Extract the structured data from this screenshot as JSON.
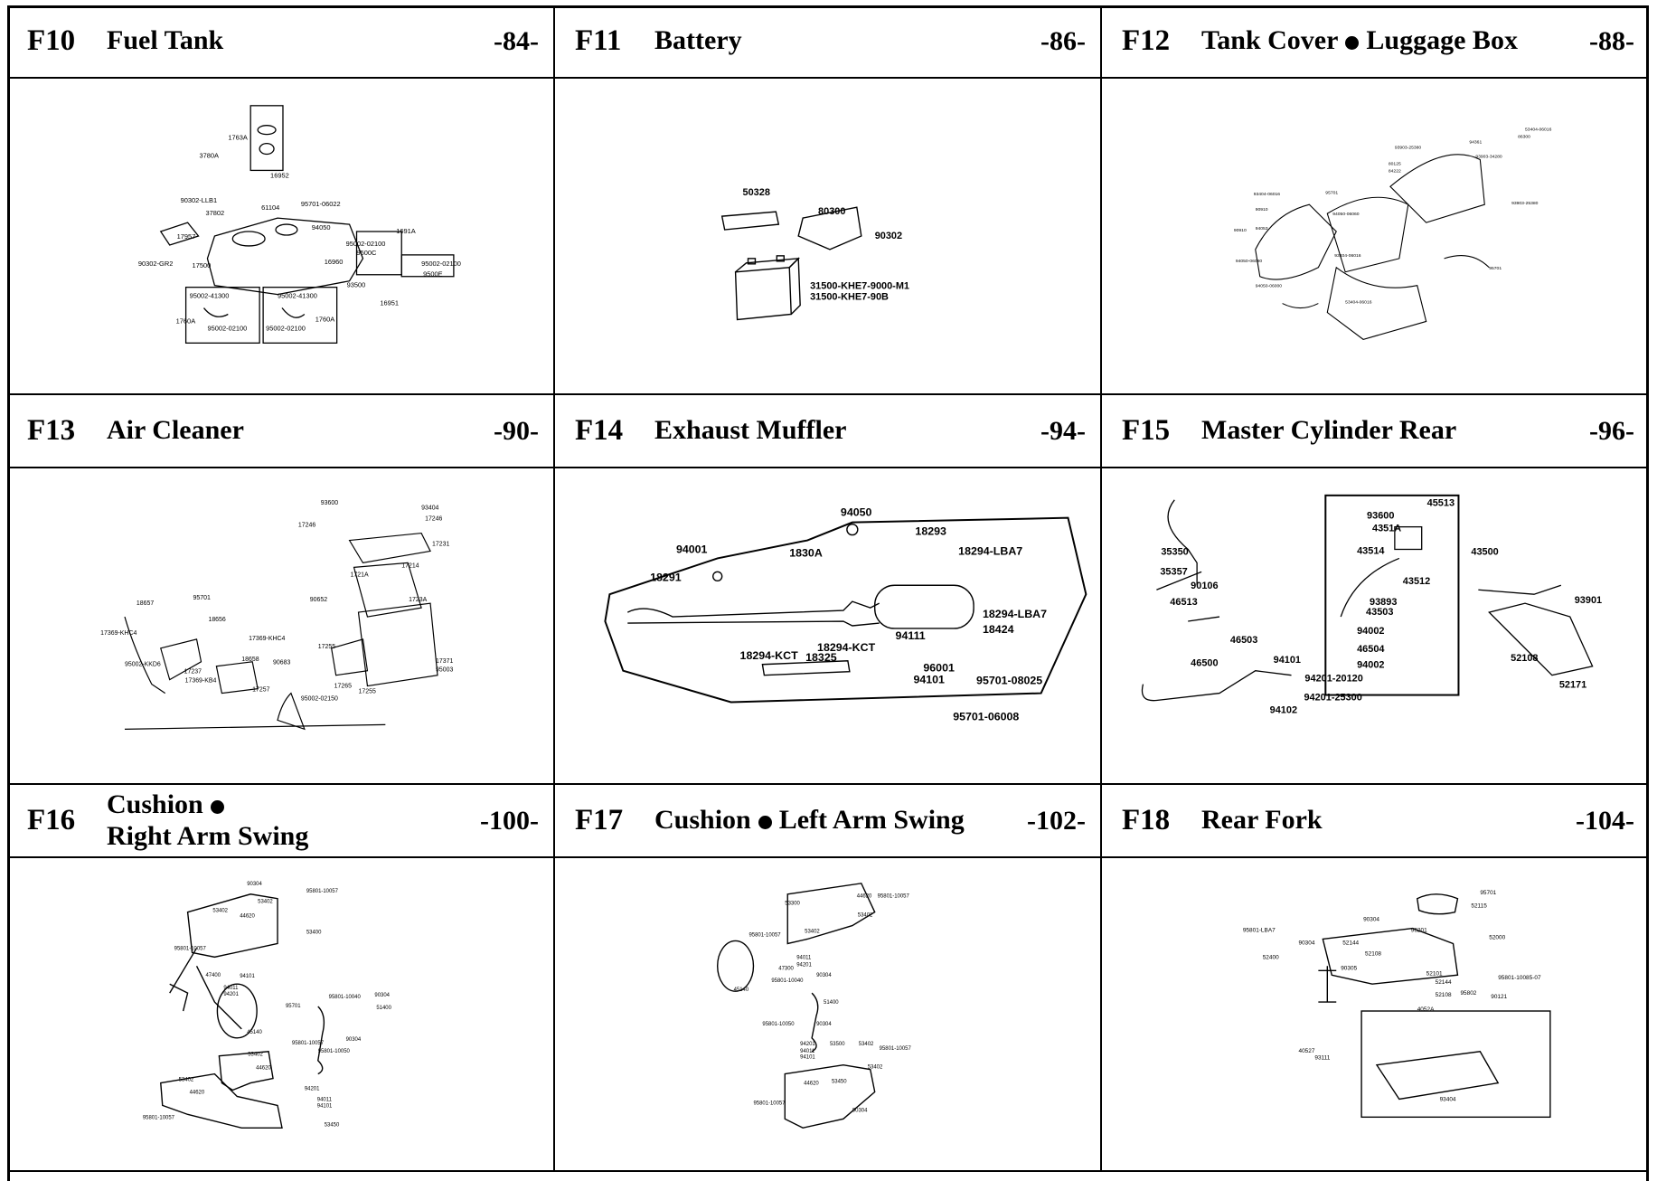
{
  "sections": [
    {
      "code": "F10",
      "title": "Fuel Tank",
      "page": "-84-"
    },
    {
      "code": "F11",
      "title": "Battery",
      "page": "-86-"
    },
    {
      "code": "F12",
      "title_a": "Tank Cover",
      "title_b": "Luggage Box",
      "page": "-88-"
    },
    {
      "code": "F13",
      "title": "Air Cleaner",
      "page": "-90-"
    },
    {
      "code": "F14",
      "title": "Exhaust Muffler",
      "page": "-94-"
    },
    {
      "code": "F15",
      "title": "Master Cylinder Rear",
      "page": "-96-"
    },
    {
      "code": "F16",
      "title_a": "Cushion",
      "title_b": "Right Arm Swing",
      "page": "-100-"
    },
    {
      "code": "F17",
      "title_a": "Cushion",
      "title_b": "Left Arm Swing",
      "page": "-102-"
    },
    {
      "code": "F18",
      "title": "Rear Fork",
      "page": "-104-"
    }
  ],
  "parts": {
    "f10": [
      "1763A",
      "3780A",
      "16952",
      "90302-LLB1",
      "37802",
      "61104",
      "95701-06022",
      "94050",
      "17957",
      "90302-GR2",
      "17500",
      "16960",
      "9500C",
      "95002-02100",
      "1691A",
      "95002-02100",
      "9500E",
      "93500",
      "16951",
      "95002-41300",
      "95002-41300",
      "1760A",
      "95002-02100",
      "95002-02100",
      "1760A"
    ],
    "f11": [
      "50328",
      "80300",
      "90302",
      "31500-KHE7-9000-M1",
      "31500-KHE7-90B"
    ],
    "f12": [
      "53404-06016",
      "86300",
      "93903-25380",
      "94361",
      "93903-34280",
      "80125",
      "84222",
      "90910",
      "94053",
      "93404-06016",
      "95701",
      "94050-06060",
      "93404-06016",
      "95701",
      "94050-06080",
      "90910",
      "93903-25380",
      "94050-06000",
      "53404-06016"
    ],
    "f13": [
      "93600",
      "93404",
      "17246",
      "17246",
      "17231",
      "17214",
      "1721A",
      "18657",
      "95701",
      "18656",
      "17369-KHC4",
      "17369-KHC4",
      "90652",
      "1723A",
      "18658",
      "17237",
      "17369-KB4",
      "95002-KKD6",
      "90683",
      "17255",
      "17257",
      "17265",
      "17255",
      "95002-02150",
      "17371",
      "95003"
    ],
    "f14": [
      "94050",
      "18293",
      "94001",
      "1830A",
      "18294-LBA7",
      "18291",
      "18294-LBA7",
      "18424",
      "94111",
      "18294-KCT",
      "18294-KCT",
      "18325",
      "96001",
      "94101",
      "95701-08025",
      "95701-06008"
    ],
    "f15": [
      "45513",
      "93600",
      "4351A",
      "35350",
      "43514",
      "43500",
      "43512",
      "35357",
      "90106",
      "93893",
      "46513",
      "43503",
      "93901",
      "94002",
      "46504",
      "46503",
      "94002",
      "94101",
      "52108",
      "46500",
      "94201-20120",
      "52171",
      "94201-25300",
      "94102"
    ],
    "f16": [
      "90304",
      "53402",
      "95801-10057",
      "53402",
      "44620",
      "53400",
      "95801-10057",
      "47400",
      "94101",
      "94011",
      "94201",
      "95701",
      "95801-10040",
      "90304",
      "51400",
      "45140",
      "95801-10057",
      "95801-10050",
      "53402",
      "90304",
      "44620",
      "53402",
      "44620",
      "94201",
      "94011",
      "94101",
      "95801-10057",
      "53450"
    ],
    "f17": [
      "53300",
      "44620",
      "95801-10057",
      "53402",
      "53402",
      "95801-10057",
      "94011",
      "94201",
      "47300",
      "90304",
      "45140",
      "95801-10040",
      "51400",
      "95801-10050",
      "90304",
      "53500",
      "53402",
      "95801-10057",
      "94201",
      "94011",
      "94101",
      "53402",
      "44620",
      "53450",
      "95801-10057",
      "90304"
    ],
    "f18": [
      "95701",
      "52115",
      "90304",
      "95801-LBA7",
      "96201",
      "52000",
      "90304",
      "52144",
      "52108",
      "52400",
      "90305",
      "52101",
      "52144",
      "95801-10085-07",
      "52108",
      "95802",
      "90121",
      "4052A",
      "40527",
      "93111",
      "93404"
    ]
  }
}
